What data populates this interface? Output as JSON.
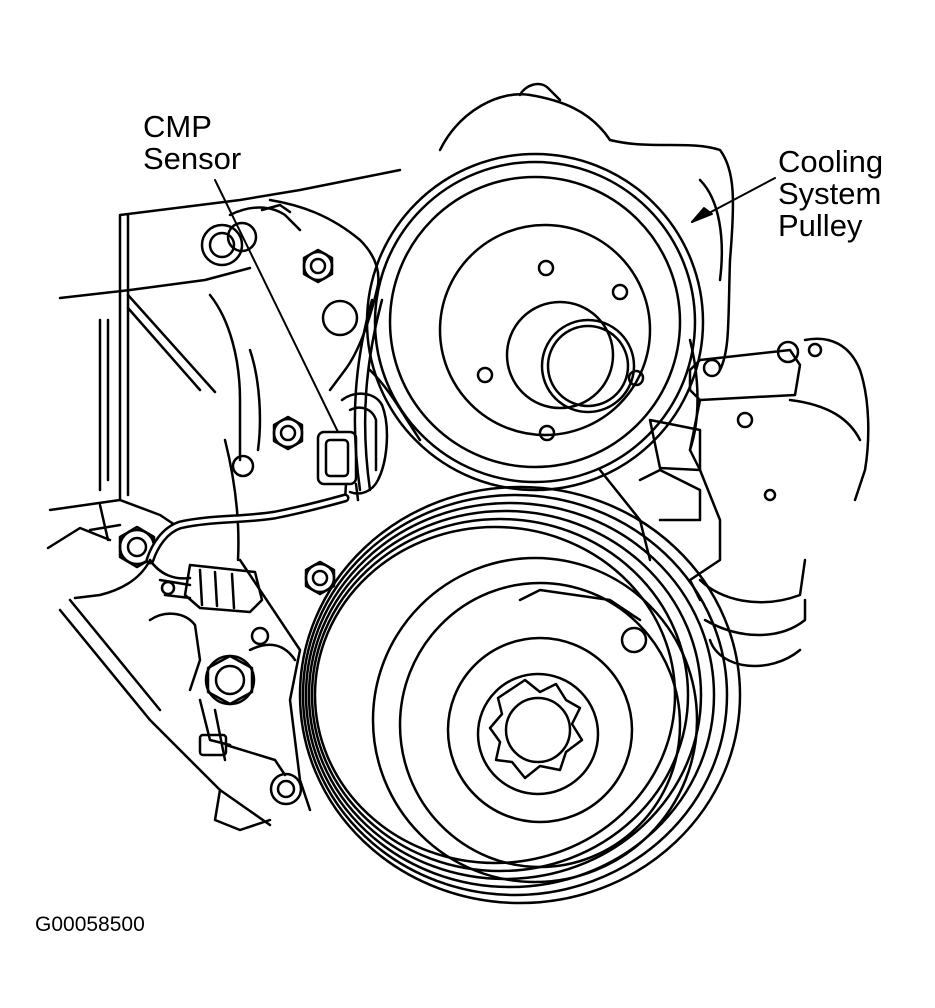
{
  "labels": {
    "cmp_sensor": [
      "CMP",
      "Sensor"
    ],
    "cooling_system_pulley": [
      "Cooling",
      "System",
      "Pulley"
    ]
  },
  "figure_id": "G00058500",
  "colors": {
    "ink": "#000000",
    "paper": "#ffffff"
  }
}
